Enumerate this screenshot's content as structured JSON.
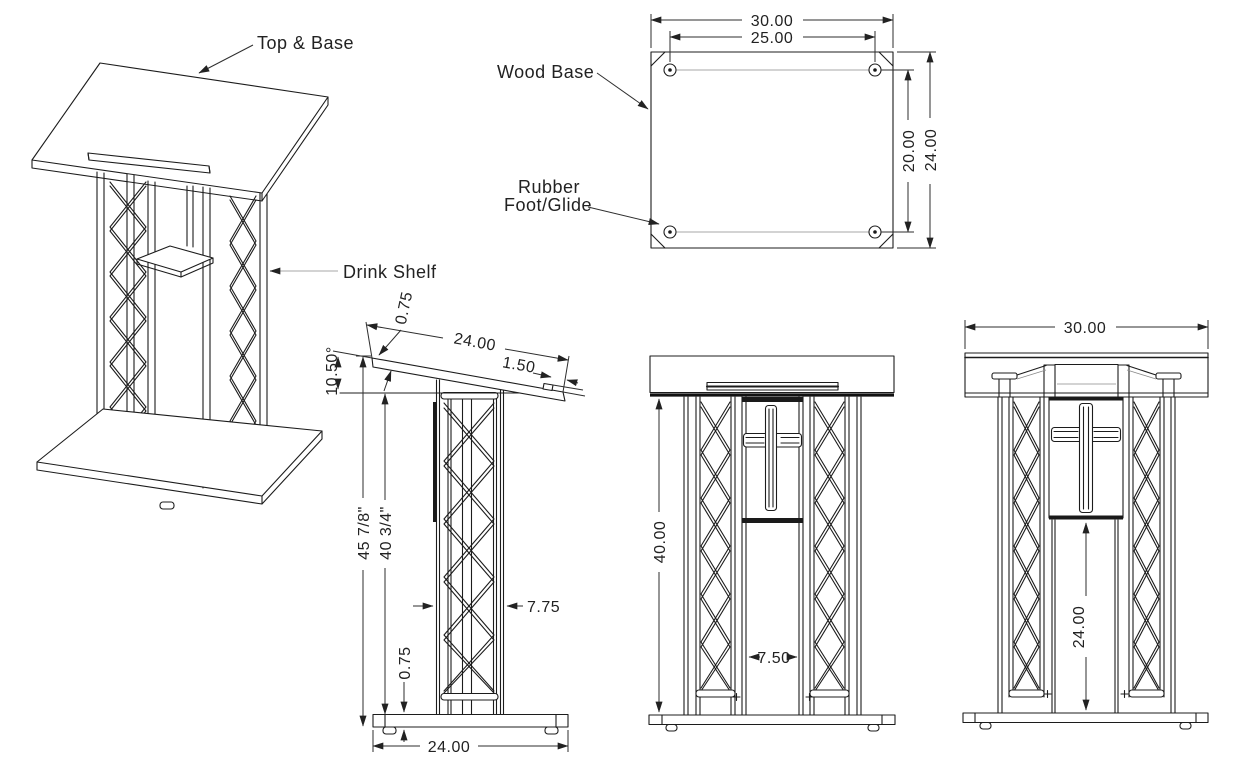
{
  "drawing": {
    "iso_view": {
      "label_top_base": "Top & Base",
      "label_drink_shelf": "Drink Shelf"
    },
    "base_view": {
      "label_wood_base": "Wood Base",
      "label_rubber_1": "Rubber",
      "label_rubber_2": "Foot/Glide",
      "dim_width": "30.00",
      "dim_foot_width": "25.00",
      "dim_depth": "24.00",
      "dim_foot_depth": "20.00"
    },
    "side_view": {
      "dim_top_thickness": "0.75",
      "dim_top_length": "24.00",
      "dim_lip_height": "1.50",
      "dim_top_angle": "10.50°",
      "dim_overall_height": "45 7/8\"",
      "dim_frame_height": "40 3/4\"",
      "dim_truss_depth": "7.75",
      "dim_base_thickness": "0.75",
      "dim_base_depth": "24.00"
    },
    "front_view": {
      "dim_height": "40.00",
      "dim_panel_width": "7.50"
    },
    "back_view": {
      "dim_width": "30.00",
      "dim_panel_to_base": "24.00"
    }
  }
}
